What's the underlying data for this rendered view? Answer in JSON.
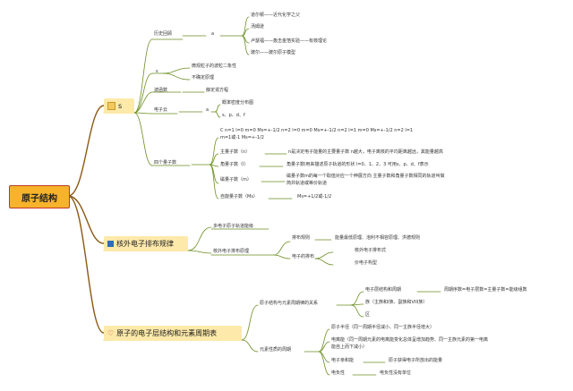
{
  "root": "原子结构",
  "branches": {
    "b1": {
      "label": "s",
      "history": {
        "label": "历史回顾",
        "marker": "a",
        "items": [
          "道尔顿——近代化学之父",
          "汤姆逊",
          "卢瑟福——轰击金箔实验——有核理论",
          "玻尔——玻尔原子模型"
        ]
      },
      "s_node": {
        "label": "s",
        "items": [
          "微观粒子的波粒二象性",
          "不确定原理"
        ]
      },
      "wave": {
        "label": "波函数",
        "value": "薛定谔方程"
      },
      "cloud": {
        "label": "电子云",
        "marker": "a",
        "items": [
          "概率密度分布图",
          "s、p、d、f"
        ]
      },
      "quantum": {
        "label": "四个量子数",
        "combos": "C n=1 l=0 m=0 Ms=+-1/2 n=2 l=0 m=0 Ms=+-1/2 n=2 l=1 m=0 Ms=+-1/2 n=2 l=1",
        "combos2": "m=1或-1 Ms=+-1/2",
        "items": [
          {
            "name": "主量子数（n）",
            "desc": "n是决定电子能量的主要量子数 n越大，电子离核的平均距离越远，其能量越高"
          },
          {
            "name": "角量子数（l）",
            "desc": "角量子数l用来描述原子轨道的形状 l=0、1、2、3 可用s、p、d、f表示"
          },
          {
            "name": "磁量子数（m）",
            "desc": "磁量子数m的每一个取值对应一个伸展方向 主量子数和角量子数相同的轨道叫做",
            "desc2": "简并轨道或等价轨道"
          },
          {
            "name": "自旋量子数（Ms）",
            "desc": "Ms=+1/2或-1/2"
          }
        ]
      }
    },
    "b2": {
      "label": "核外电子排布规律",
      "orbitals": "多电子原子轨道能级",
      "arrangement": {
        "label": "核外电子排布原理",
        "rules": {
          "label": "排布规则",
          "value": "能量最低原理、泡利不相容原理、洪德规则"
        },
        "layout": {
          "label": "电子的排布",
          "items": [
            "核外电子排布式",
            "价电子构型"
          ]
        }
      }
    },
    "b3": {
      "label": "原子的电子层结构和元素周期表",
      "relation": {
        "label": "原子结构与元素周期律的关系",
        "items": [
          {
            "label": "电子层结构和周期",
            "value": "周期序数=电子层数=主量子数=能级组数"
          },
          {
            "label": "族（主族和I族、副族和VIII族）"
          },
          {
            "label": "区"
          }
        ]
      },
      "periodicity": {
        "label": "元素性质的周期",
        "items": [
          {
            "label": "原子半径（同一周期半径减小、同一主族半径增大）"
          },
          {
            "label": "电离能（同一周期元素的电离能变化总体呈增加趋势、同一主族元素的第一电离",
            "label2": "能自上而下减小）"
          },
          {
            "label": "电子亲和能",
            "value": "原子获得电子所放出的能量"
          },
          {
            "label": "电负性",
            "value": "电负性没有单位"
          }
        ]
      }
    }
  },
  "colors": {
    "root_fill": "#f6b32b",
    "root_border": "#c0392b",
    "branch_fill": "#fde9a9",
    "line_brown": "#8a5a12",
    "line_green": "#6b8e23"
  }
}
